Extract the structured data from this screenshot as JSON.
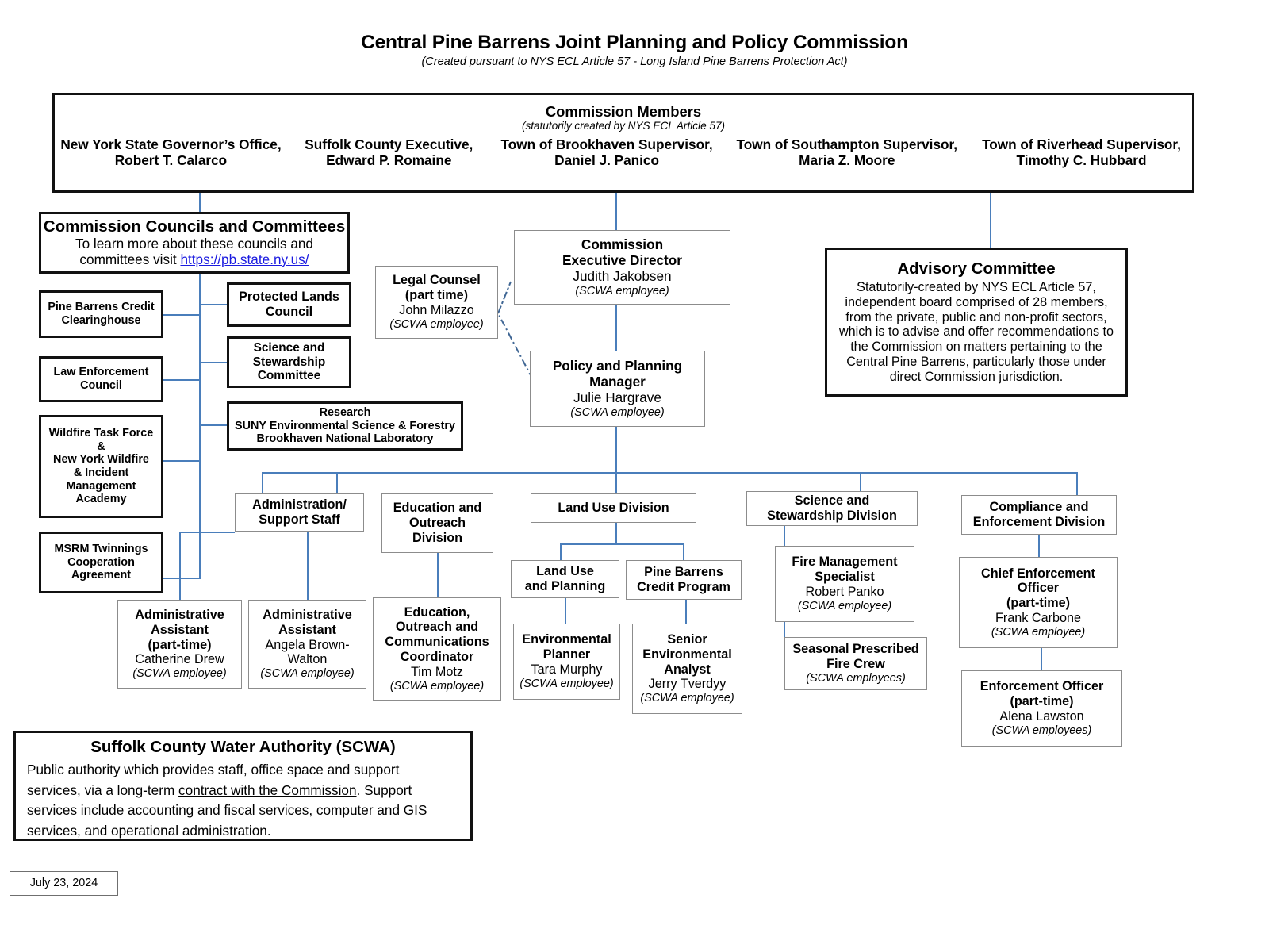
{
  "document": {
    "title": "Central Pine Barrens Joint Planning and Policy Commission",
    "subtitle": "(Created pursuant to NYS ECL Article 57 - Long Island Pine Barrens Protection Act)",
    "date_stamp": "July 23, 2024"
  },
  "commission_members": {
    "heading": "Commission Members",
    "note": "(statutorily created by NYS ECL Article 57)",
    "members": [
      {
        "role": "New York State Governor’s Office,",
        "name": "Robert T. Calarco"
      },
      {
        "role": "Suffolk County Executive,",
        "name": "Edward P. Romaine"
      },
      {
        "role": "Town of Brookhaven Supervisor,",
        "name": "Daniel J. Panico"
      },
      {
        "role": "Town of Southampton Supervisor,",
        "name": "Maria Z. Moore"
      },
      {
        "role": "Town of Riverhead Supervisor,",
        "name": "Timothy C. Hubbard"
      }
    ]
  },
  "councils_panel": {
    "heading": "Commission Councils and Committees",
    "line1": "To learn more about these councils and",
    "line2_prefix": "committees visit ",
    "link_text": "https://pb.state.ny.us/"
  },
  "councils_left": [
    {
      "line1": "Pine Barrens Credit",
      "line2": "Clearinghouse"
    },
    {
      "line1": "Law Enforcement",
      "line2": "Council"
    },
    {
      "line1": "Wildfire Task Force",
      "line2": "&",
      "line3": "New York Wildfire",
      "line4": "& Incident",
      "line5": "Management",
      "line6": "Academy"
    },
    {
      "line1": "MSRM Twinnings",
      "line2": "Cooperation",
      "line3": "Agreement"
    }
  ],
  "councils_right": [
    {
      "line1": "Protected Lands",
      "line2": "Council"
    },
    {
      "line1": "Science and",
      "line2": "Stewardship",
      "line3": "Committee"
    },
    {
      "line1": "Research",
      "line2": "SUNY Environmental Science & Forestry",
      "line3": "Brookhaven National Laboratory"
    }
  ],
  "legal_counsel": {
    "title_line1": "Legal Counsel",
    "title_line2": "(part time)",
    "name": "John Milazzo",
    "note": "(SCWA employee)"
  },
  "executive_director": {
    "title_line1": "Commission",
    "title_line2": "Executive Director",
    "name": "Judith Jakobsen",
    "note": "(SCWA employee)"
  },
  "policy_manager": {
    "title_line1": "Policy and Planning",
    "title_line2": "Manager",
    "name": "Julie Hargrave",
    "note": "(SCWA employee)"
  },
  "advisory_committee": {
    "heading": "Advisory Committee",
    "body_lines": [
      "Statutorily-created by NYS ECL Article 57,",
      "independent board comprised of 28 members,",
      "from the private, public and non-profit sectors,",
      "which is to advise and offer recommendations to",
      "the Commission on matters pertaining to the",
      "Central Pine Barrens, particularly those under",
      "direct Commission jurisdiction."
    ]
  },
  "divisions": {
    "administration": {
      "line1": "Administration/",
      "line2": "Support Staff"
    },
    "education": {
      "line1": "Education and",
      "line2": "Outreach",
      "line3": "Division"
    },
    "land_use": {
      "line1": "Land Use Division"
    },
    "science": {
      "line1": "Science and",
      "line2": "Stewardship Division"
    },
    "compliance": {
      "line1": "Compliance and",
      "line2": "Enforcement Division"
    }
  },
  "staff": {
    "admin_assistant_pt": {
      "title_line1": "Administrative",
      "title_line2": "Assistant",
      "title_line3": "(part-time)",
      "name": "Catherine Drew",
      "note": "(SCWA employee)"
    },
    "admin_assistant": {
      "title_line1": "Administrative",
      "title_line2": "Assistant",
      "name_line1": "Angela Brown-",
      "name_line2": "Walton",
      "note": "(SCWA employee)"
    },
    "education_coordinator": {
      "title_line1": "Education,",
      "title_line2": "Outreach and",
      "title_line3": "Communications",
      "title_line4": "Coordinator",
      "name": "Tim Motz",
      "note": "(SCWA employee)"
    },
    "land_use_planning": {
      "line1": "Land Use",
      "line2": "and Planning"
    },
    "pbc_program": {
      "line1": "Pine Barrens",
      "line2": "Credit Program"
    },
    "environmental_planner": {
      "title_line1": "Environmental",
      "title_line2": "Planner",
      "name": "Tara Murphy",
      "note": "(SCWA employee)"
    },
    "senior_environmental_analyst": {
      "title_line1": "Senior",
      "title_line2": "Environmental",
      "title_line3": "Analyst",
      "name": "Jerry Tverdyy",
      "note": "(SCWA employee)"
    },
    "fire_management_specialist": {
      "title_line1": "Fire Management",
      "title_line2": "Specialist",
      "name": "Robert Panko",
      "note": "(SCWA employee)"
    },
    "seasonal_fire_crew": {
      "title_line1": "Seasonal Prescribed",
      "title_line2": "Fire Crew",
      "note": "(SCWA employees)"
    },
    "chief_enforcement_officer": {
      "title_line1": "Chief Enforcement",
      "title_line2": "Officer",
      "title_line3": "(part-time)",
      "name": "Frank Carbone",
      "note": "(SCWA employee)"
    },
    "enforcement_officer": {
      "title_line1": "Enforcement Officer",
      "title_line2": "(part-time)",
      "name": "Alena Lawston",
      "note": "(SCWA employees)"
    }
  },
  "scwa": {
    "heading": "Suffolk County Water Authority (SCWA)",
    "l1": "Public authority which provides staff, office space and support",
    "l2a": "services, via a long-term ",
    "l2b": "contract with the Commission",
    "l2c": ".  Support",
    "l3": "services include accounting and fiscal services, computer and GIS",
    "l4": "services, and operational administration."
  },
  "colors": {
    "connector": "#4a7ebb",
    "link": "#1a1ae0",
    "border_thick": "#111111",
    "border_thin": "#8c8c8c"
  }
}
